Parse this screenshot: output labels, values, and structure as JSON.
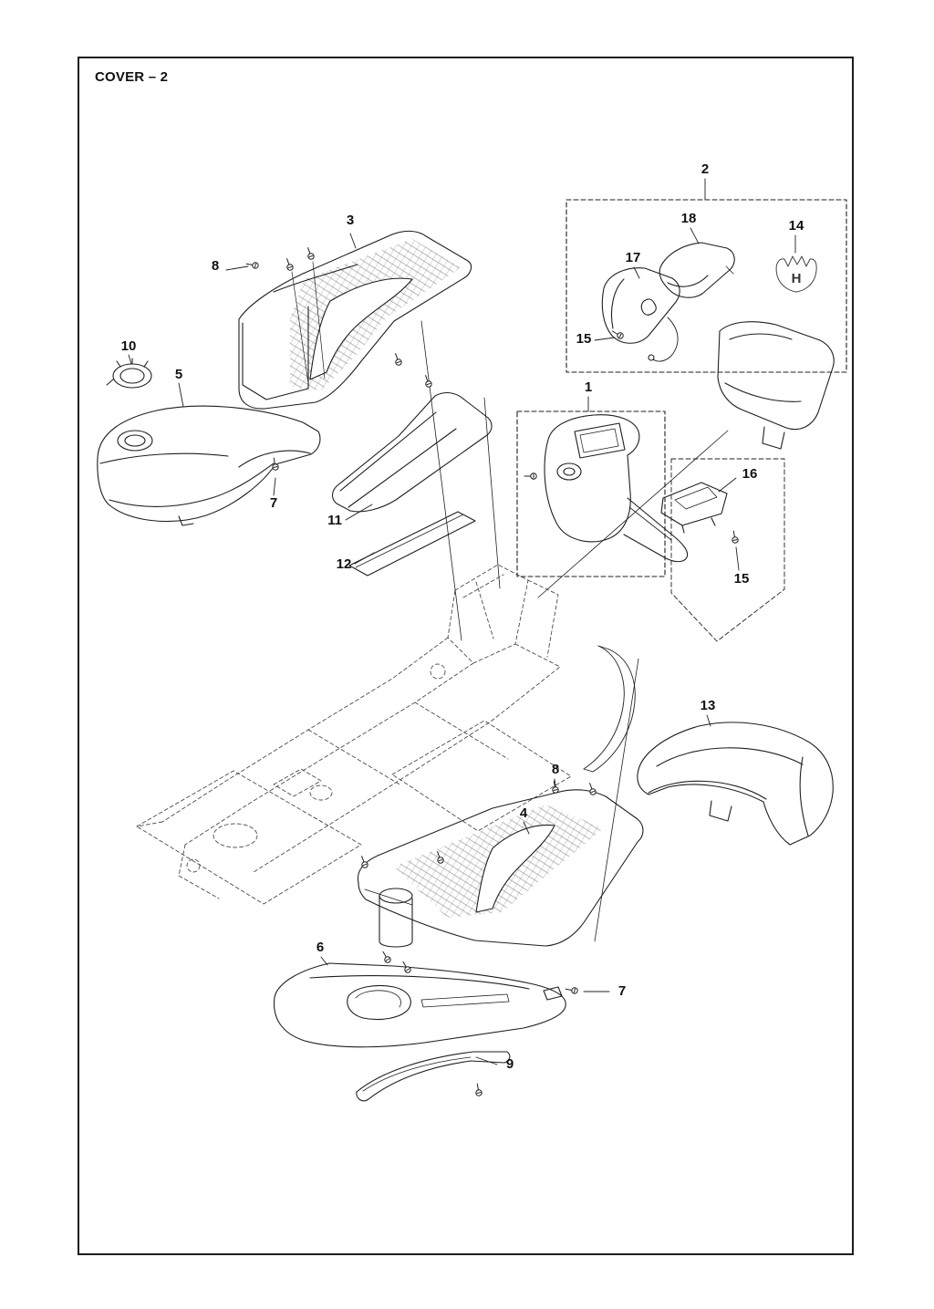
{
  "page": {
    "title": "COVER – 2"
  },
  "logo": {
    "letter": "H"
  },
  "callouts": [
    {
      "label": "3"
    },
    {
      "label": "8"
    },
    {
      "label": "10"
    },
    {
      "label": "5"
    },
    {
      "label": "7"
    },
    {
      "label": "11"
    },
    {
      "label": "12"
    },
    {
      "label": "2"
    },
    {
      "label": "18"
    },
    {
      "label": "17"
    },
    {
      "label": "15"
    },
    {
      "label": "14"
    },
    {
      "label": "1"
    },
    {
      "label": "16"
    },
    {
      "label": "15"
    },
    {
      "label": "13"
    },
    {
      "label": "8"
    },
    {
      "label": "4"
    },
    {
      "label": "6"
    },
    {
      "label": "7"
    },
    {
      "label": "9"
    }
  ]
}
